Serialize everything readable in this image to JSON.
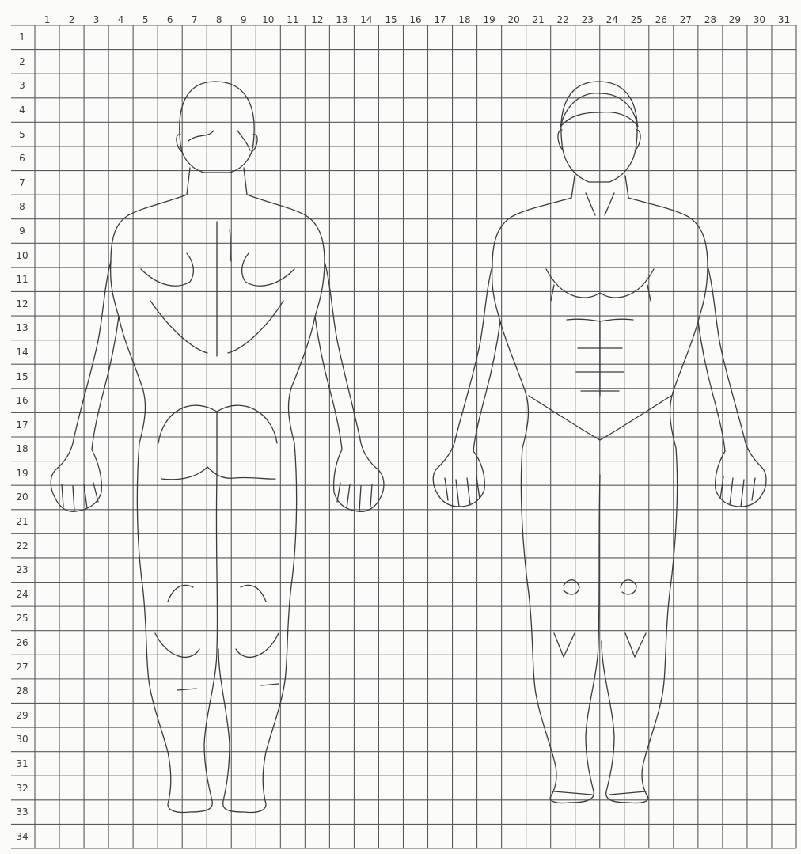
{
  "grid": {
    "columns": [
      "1",
      "2",
      "3",
      "4",
      "5",
      "6",
      "7",
      "8",
      "9",
      "10",
      "11",
      "12",
      "13",
      "14",
      "15",
      "16",
      "17",
      "18",
      "19",
      "20",
      "21",
      "22",
      "23",
      "24",
      "25",
      "26",
      "27",
      "28",
      "29",
      "30",
      "31"
    ],
    "rows": [
      "1",
      "2",
      "3",
      "4",
      "5",
      "6",
      "7",
      "8",
      "9",
      "10",
      "11",
      "12",
      "13",
      "14",
      "15",
      "16",
      "17",
      "18",
      "19",
      "20",
      "21",
      "22",
      "23",
      "24",
      "25",
      "26",
      "27",
      "28",
      "29",
      "30",
      "31",
      "32",
      "33",
      "34"
    ],
    "line_color": "#5a5a5a",
    "paper_color": "#fbfbfa"
  },
  "figures": [
    {
      "view": "posterior",
      "side": "left"
    },
    {
      "view": "anterior",
      "side": "right"
    }
  ],
  "colors": {
    "outline": "#3b3b3b"
  }
}
